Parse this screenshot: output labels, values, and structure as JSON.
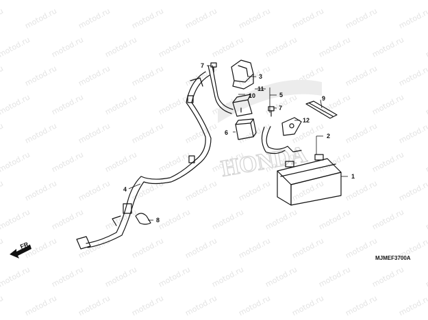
{
  "watermark": {
    "text": "motod.ru"
  },
  "brand_watermark": {
    "text": "HONDA",
    "color": "#e6e6e6"
  },
  "callouts": {
    "c1": "1",
    "c2": "2",
    "c3": "3",
    "c4": "4",
    "c5": "5",
    "c6": "6",
    "c7a": "7",
    "c7b": "7",
    "c8": "8",
    "c9": "9",
    "c10": "10",
    "c11": "11",
    "c12": "12"
  },
  "direction": {
    "label": "FR."
  },
  "diagram_code": "MJMEF3700A"
}
